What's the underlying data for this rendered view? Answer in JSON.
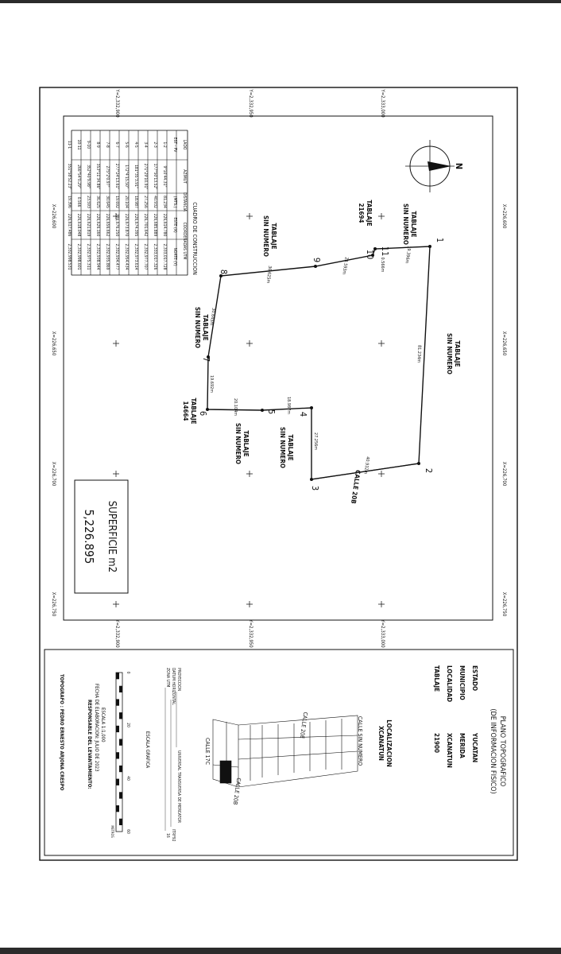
{
  "title": {
    "line1": "PLANO TOPOGRAFICO",
    "line2": "(DE INFORMACION FISICO)"
  },
  "info": {
    "estado_label": "ESTADO",
    "estado_value": "YUCATAN",
    "municipio_label": "MUNICIPIO",
    "municipio_value": "MERIDA",
    "localidad_label": "LOCALIDAD",
    "localidad_value": "XCANATUN",
    "tablaje_label": "TABLAJE",
    "tablaje_value": "21900"
  },
  "location": {
    "heading1": "LOCALIZACION",
    "heading2": "XCANATUN",
    "street_top": "CALLE SIN NUMERO",
    "street_20e": "CALLE 20E",
    "street_20b": "CALLE 20B",
    "street_17c": "CALLE 17C"
  },
  "datum": {
    "proyeccion_label": "PROYECCION",
    "proyeccion_value": "UNIVERSAL TRANSVERSA DE MERCATOR",
    "datum_label": "DATUM HORIZONTAL",
    "datum_value": "ITRF92",
    "zona_label": "ZONA UTM",
    "zona_value": "16"
  },
  "scale": {
    "title": "ESCALA GRAFICA",
    "ratio": "ESCALA 1:1,000",
    "ticks": [
      "0",
      "20",
      "40",
      "60"
    ],
    "unit": "METROS"
  },
  "credits": {
    "fecha": "FECHA DE ELABORACION: JULIO DE 2023",
    "responsable": "RESPONSABLE DEL LEVANTAMIENTO:",
    "topografo": "TOPOGRAFO : PEDRO ERNESTO ARJONA CRESPO"
  },
  "superficie": {
    "label": "SUPERFICIE m2",
    "value": "5,226.895"
  },
  "table": {
    "title": "CUADRO DE CONSTRUCCION",
    "headers": [
      "LADO",
      "AZIMUT",
      "DISTANCIA",
      "COORDENADAS UTM"
    ],
    "subheaders": [
      "EST - PV",
      "",
      "(MTS.)",
      "ESTE (X)",
      "NORTE (Y)"
    ],
    "rows": [
      [
        "1-2",
        "9°10'44.31\"",
        "81.234",
        "226,614.780",
        "2,333,017.728"
      ],
      [
        "2-3",
        "177°50'13.52\"",
        "40.932",
        "226,685.889",
        "2,333,017.326"
      ],
      [
        "3-4",
        "271°29'10.91\"",
        "27.256",
        "226,701.642",
        "2,332,977.707"
      ],
      [
        "4-5",
        "181°35'3.91\"",
        "18.987",
        "226,674.395",
        "2,332,973.614"
      ],
      [
        "5-6",
        "172°4'15.50\"",
        "20.104",
        "226,673.870",
        "2,332,954.434"
      ],
      [
        "6-7",
        "277°24'13.61\"",
        "19.692",
        "226,676.250",
        "2,332,934.477"
      ],
      [
        "7-8",
        "275°2'0.97\"",
        "30.645",
        "226,656.662",
        "2,332,935.869"
      ],
      [
        "8-9",
        "353°11'34.86\"",
        "36.625",
        "226,626.160",
        "2,332,938.944"
      ],
      [
        "9-10",
        "352°40'9.98\"",
        "23.593",
        "226,621.819",
        "2,332,975.311"
      ],
      [
        "10-11",
        "266°54'0.29\"",
        "0.566",
        "226,618.048",
        "2,332,998.601"
      ],
      [
        "11-1",
        "351°58'52.23\"",
        "19.396",
        "226,617.486",
        "2,332,998.531"
      ]
    ]
  },
  "grid": {
    "x_labels": [
      "X=226,600",
      "X=226,650",
      "X=226,700",
      "X=226,750"
    ],
    "y_labels": [
      "Y=2,332,900",
      "Y=2,332,950",
      "Y=2,333,000"
    ]
  },
  "north": "N",
  "vertices": [
    "1",
    "2",
    "3",
    "4",
    "5",
    "6",
    "7",
    "8",
    "9",
    "10",
    "11"
  ],
  "sides": [
    "81.234m",
    "40.932m",
    "27.256m",
    "18.987m",
    "20.104m",
    "19.692m",
    "30.645m",
    "36.625m",
    "23.593m",
    "0.566m",
    "19.396m"
  ],
  "neighbors": {
    "east_t1": "TABLAJE",
    "east_t2": "SIN NUMERO",
    "nw_t1": "TABLAJE",
    "nw_t2": "SIN NUMERO",
    "w_t1": "TABLAJE",
    "w_t2": "21694",
    "sw_t1": "TABLAJE",
    "sw_t2": "SIN NUMERO",
    "s_t1": "TABLAJE",
    "s_t2": "SIN NUMERO",
    "s2_t1": "TABLAJE",
    "s2_t2": "SIN NUMERO",
    "tab_14664_t1": "TABLAJE",
    "tab_14664_t2": "14664"
  },
  "road_label": "CALLE 20B"
}
